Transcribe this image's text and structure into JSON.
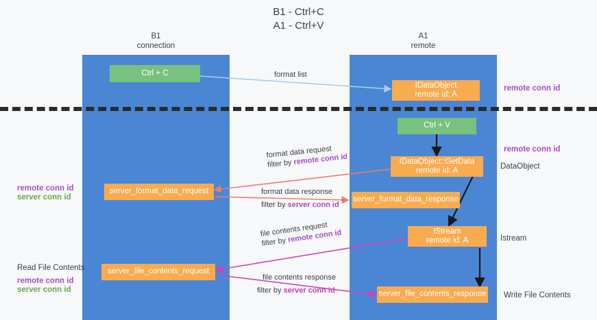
{
  "title": {
    "line1": "B1 - Ctrl+C",
    "line2": "A1 - Ctrl+V"
  },
  "lanes": [
    {
      "id": "b1",
      "name": "B1",
      "sub": "connection",
      "color": "#4a86d4"
    },
    {
      "id": "a1",
      "name": "A1",
      "sub": "remote",
      "color": "#4a86d4"
    }
  ],
  "nodes": {
    "ctrl_c": {
      "label": "Ctrl + C",
      "color": "green"
    },
    "idataobject": {
      "line1": "IDataObject",
      "line2": "remote id: A",
      "color": "orange"
    },
    "ctrl_v": {
      "label": "Ctrl + V",
      "color": "green"
    },
    "getdata": {
      "line1": "IDataObject::GetData",
      "line2": "remote id: A",
      "color": "orange"
    },
    "fmt_req": {
      "label": "server_format_data_request",
      "color": "orange"
    },
    "fmt_resp": {
      "label": "server_format_data_response",
      "color": "orange"
    },
    "istream": {
      "line1": "IStream",
      "line2": "remote id: A",
      "color": "orange"
    },
    "file_req": {
      "label": "server_file_contents_request",
      "color": "orange"
    },
    "file_resp": {
      "label": "server_file_contents_response",
      "color": "orange"
    }
  },
  "side_labels": {
    "remote_conn_id_top": "remote conn id",
    "remote_conn_id_mid": "remote conn id",
    "dataobject": "DataObject",
    "istream": "Istream",
    "write_file_contents": "Write File Contents",
    "read_file_contents": "Read File Contents",
    "left_remote_conn_id_mid": "remote conn id",
    "left_server_conn_id_mid": "server conn id",
    "left_remote_conn_id_bot": "remote conn id",
    "left_server_conn_id_bot": "server conn id"
  },
  "edge_labels": {
    "format_list": "format list",
    "fmt_req_l1": "format data request",
    "fmt_req_l2_prefix": "filter by ",
    "fmt_req_l2_key": "remote conn id",
    "fmt_resp_l1": "format data response",
    "fmt_resp_l2_prefix": "filter by ",
    "fmt_resp_l2_key": "server conn id",
    "file_req_l1": "file contents request",
    "file_req_l2_prefix": "filter by ",
    "file_req_l2_key": "remote conn id",
    "file_resp_l1": "file contents response",
    "file_resp_l2_prefix": "filter by ",
    "file_resp_l2_key": "server conn id"
  },
  "colors": {
    "lane": "#4a86d4",
    "node_green": "#78c17e",
    "node_orange": "#f8ab4f",
    "arrow_blue": "#a8cdf0",
    "arrow_red": "#ec7b6e",
    "arrow_black": "#1a1a1a",
    "arrow_magenta": "#d63fb5",
    "key_purple": "#a24fc4",
    "key_green": "#6aa84f"
  }
}
